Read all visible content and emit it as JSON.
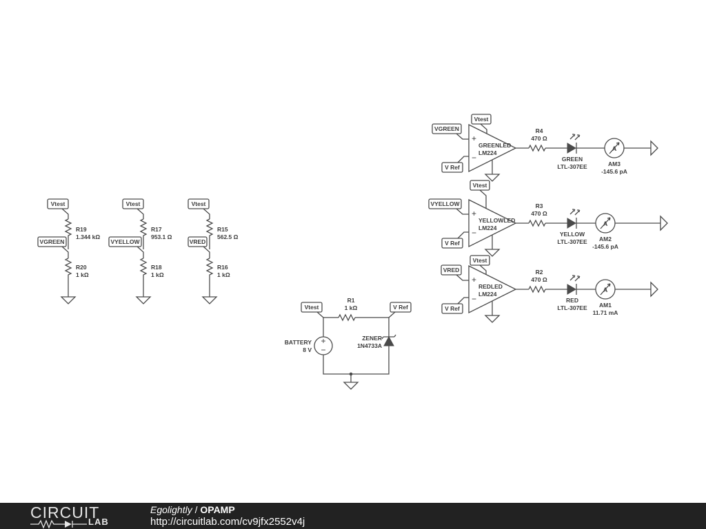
{
  "footer": {
    "brand_top": "CIRCUIT",
    "brand_bottom": "LAB",
    "author": "Egolightly",
    "separator": " / ",
    "project": "OPAMP",
    "url": "http://circuitlab.com/cv9jfx2552v4j"
  },
  "colors": {
    "wire": "#4a4a4a",
    "text": "#3a3a3a",
    "footer_bg": "#222222",
    "footer_text": "#ffffff"
  },
  "dividers": [
    {
      "top_tag": "Vtest",
      "tap_tag": "VGREEN",
      "r_top": {
        "name": "R19",
        "value": "1.344 kΩ"
      },
      "r_bottom": {
        "name": "R20",
        "value": "1 kΩ"
      }
    },
    {
      "top_tag": "Vtest",
      "tap_tag": "VYELLOW",
      "r_top": {
        "name": "R17",
        "value": "953.1 Ω"
      },
      "r_bottom": {
        "name": "R18",
        "value": "1 kΩ"
      }
    },
    {
      "top_tag": "Vtest",
      "tap_tag": "VRED",
      "r_top": {
        "name": "R15",
        "value": "562.5 Ω"
      },
      "r_bottom": {
        "name": "R16",
        "value": "1 kΩ"
      }
    }
  ],
  "reference": {
    "tag_in": "Vtest",
    "tag_out": "V Ref",
    "resistor": {
      "name": "R1",
      "value": "1 kΩ"
    },
    "battery": {
      "name": "BATTERY",
      "value": "8 V"
    },
    "zener": {
      "name": "ZENER",
      "part": "1N4733A"
    }
  },
  "channels": [
    {
      "in_tag": "VGREEN",
      "ref_tag": "V Ref",
      "supply_tag": "Vtest",
      "opamp_name": "GREENLED",
      "opamp_part": "LM224",
      "resistor": {
        "name": "R4",
        "value": "470 Ω"
      },
      "led": {
        "name": "GREEN",
        "part": "LTL-307EE"
      },
      "meter": {
        "name": "AM3",
        "reading": "-145.6 pA"
      }
    },
    {
      "in_tag": "VYELLOW",
      "ref_tag": "V Ref",
      "supply_tag": "Vtest",
      "opamp_name": "YELLOWLED",
      "opamp_part": "LM224",
      "resistor": {
        "name": "R3",
        "value": "470 Ω"
      },
      "led": {
        "name": "YELLOW",
        "part": "LTL-307EE"
      },
      "meter": {
        "name": "AM2",
        "reading": "-145.6 pA"
      }
    },
    {
      "in_tag": "VRED",
      "ref_tag": "V Ref",
      "supply_tag": "Vtest",
      "opamp_name": "REDLED",
      "opamp_part": "LM224",
      "resistor": {
        "name": "R2",
        "value": "470 Ω"
      },
      "led": {
        "name": "RED",
        "part": "LTL-307EE"
      },
      "meter": {
        "name": "AM1",
        "reading": "11.71 mA"
      }
    }
  ]
}
